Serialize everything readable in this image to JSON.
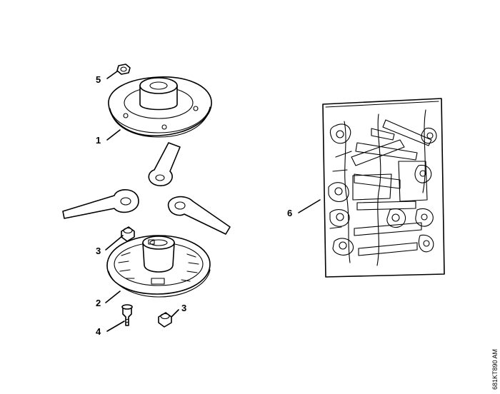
{
  "callouts": [
    {
      "id": "callout-5",
      "label": "5"
    },
    {
      "id": "callout-1",
      "label": "1"
    },
    {
      "id": "callout-3a",
      "label": "3"
    },
    {
      "id": "callout-2",
      "label": "2"
    },
    {
      "id": "callout-3b",
      "label": "3"
    },
    {
      "id": "callout-4",
      "label": "4"
    },
    {
      "id": "callout-6",
      "label": "6"
    }
  ],
  "drawing_code": "681KT890 AM",
  "colors": {
    "line": "#000000",
    "background": "#ffffff"
  }
}
